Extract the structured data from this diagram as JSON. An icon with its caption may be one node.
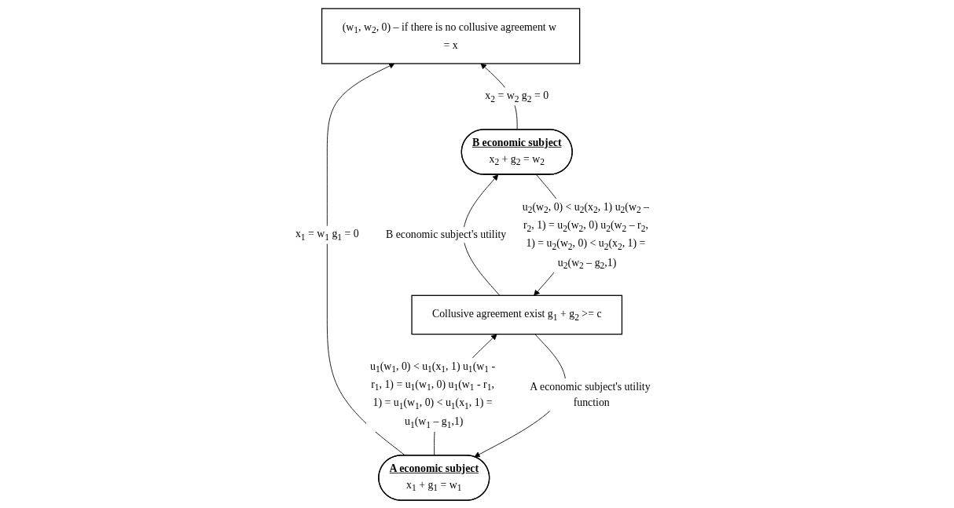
{
  "diagram": {
    "nodes": [
      {
        "text": [
          "(w$_{1}$, w$_{2}$, 0) – if there is no collusive agreement w = x"
        ]
      },
      {
        "text": [
          "A economic subject",
          "x$_{1}$ + g$_{1}$ = w$_{1}$"
        ]
      },
      {
        "text": [
          "B economic subject",
          "x$_{2}$ + g$_{2}$ = w$_{2}$"
        ]
      },
      {
        "text": [
          "Collusive agreement exist g$_{1}$ + g$_{2}$ >= c"
        ]
      }
    ],
    "edges": [
      {
        "from": 1,
        "to": 0,
        "arrow": "to",
        "label": "x$_{1}$ = w$_{1}$ g$_{1}$ = 0"
      },
      {
        "from": 2,
        "to": 0,
        "arrow": "to",
        "label": "x$_{2}$ = w$_{2}$ g$_{2}$ = 0"
      },
      {
        "from": 1,
        "to": 3,
        "arrow": "to",
        "label": "u$_{1}$(w$_{1}$, 0) < u$_{1}$(x$_{1}$, 1) u$_{1}$(w$_{1}$ - r$_{1}$, 1) = u$_{1}$(w$_{1}$, 0) u$_{1}$(w$_{1}$ - r$_{1}$, 1) = u$_{1}$(w$_{1}$, 0) < u$_{1}$(x$_{1}$, 1) = u$_{1}$(w$_{1}$ – g$_{1}$,1)"
      },
      {
        "from": 2,
        "to": 3,
        "arrow": "to",
        "label": "u$_{2}$(w$_{2}$, 0) < u$_{2}$(x$_{2}$, 1) u$_{2}$(w$_{2}$ – r$_{2}$, 1) = u$_{2}$(w$_{2}$, 0) u$_{2}$(w$_{2}$ – r$_{2}$, 1) = u$_{2}$(w$_{2}$, 0) < u$_{2}$(x$_{2}$, 1) = u$_{2}$(w$_{2}$ – g$_{2}$,1)"
      },
      {
        "from": 3,
        "to": 1,
        "arrow": "to",
        "label": "A economic subject's utility function"
      },
      {
        "from": 3,
        "to": 2,
        "arrow": "to",
        "label": "B economic subject's utility"
      }
    ]
  }
}
